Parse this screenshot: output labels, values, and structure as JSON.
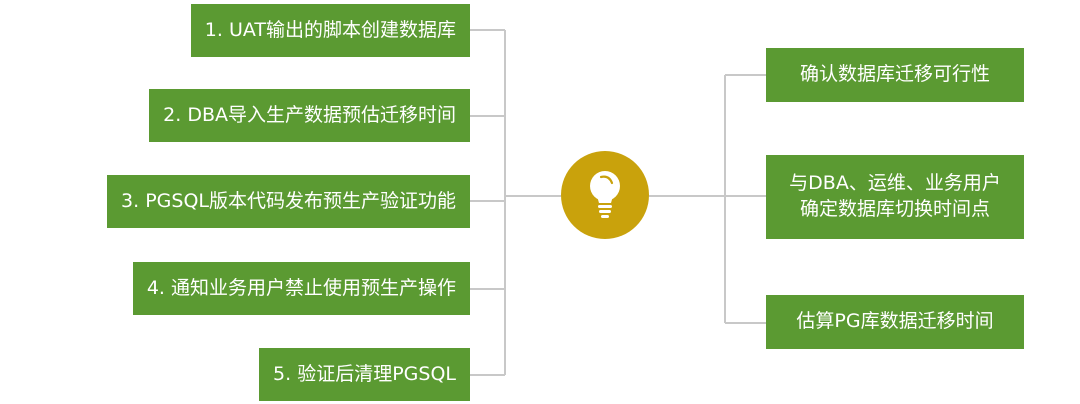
{
  "colors": {
    "box": "#5b9a32",
    "connector": "#c8c8c8",
    "bulb_circle": "#c9a20c",
    "bulb_fill": "#ffffff"
  },
  "center_icon": "lightbulb-icon",
  "left_items": [
    {
      "label": "1. UAT输出的脚本创建数据库"
    },
    {
      "label": "2. DBA导入生产数据预估迁移时间"
    },
    {
      "label": "3. PGSQL版本代码发布预生产验证功能"
    },
    {
      "label": "4. 通知业务用户禁止使用预生产操作"
    },
    {
      "label": "5. 验证后清理PGSQL"
    }
  ],
  "right_items": [
    {
      "line1": "确认数据库迁移可行性",
      "line2": ""
    },
    {
      "line1": "与DBA、运维、业务用户",
      "line2": "确定数据库切换时间点"
    },
    {
      "line1": "估算PG库数据迁移时间",
      "line2": ""
    }
  ]
}
